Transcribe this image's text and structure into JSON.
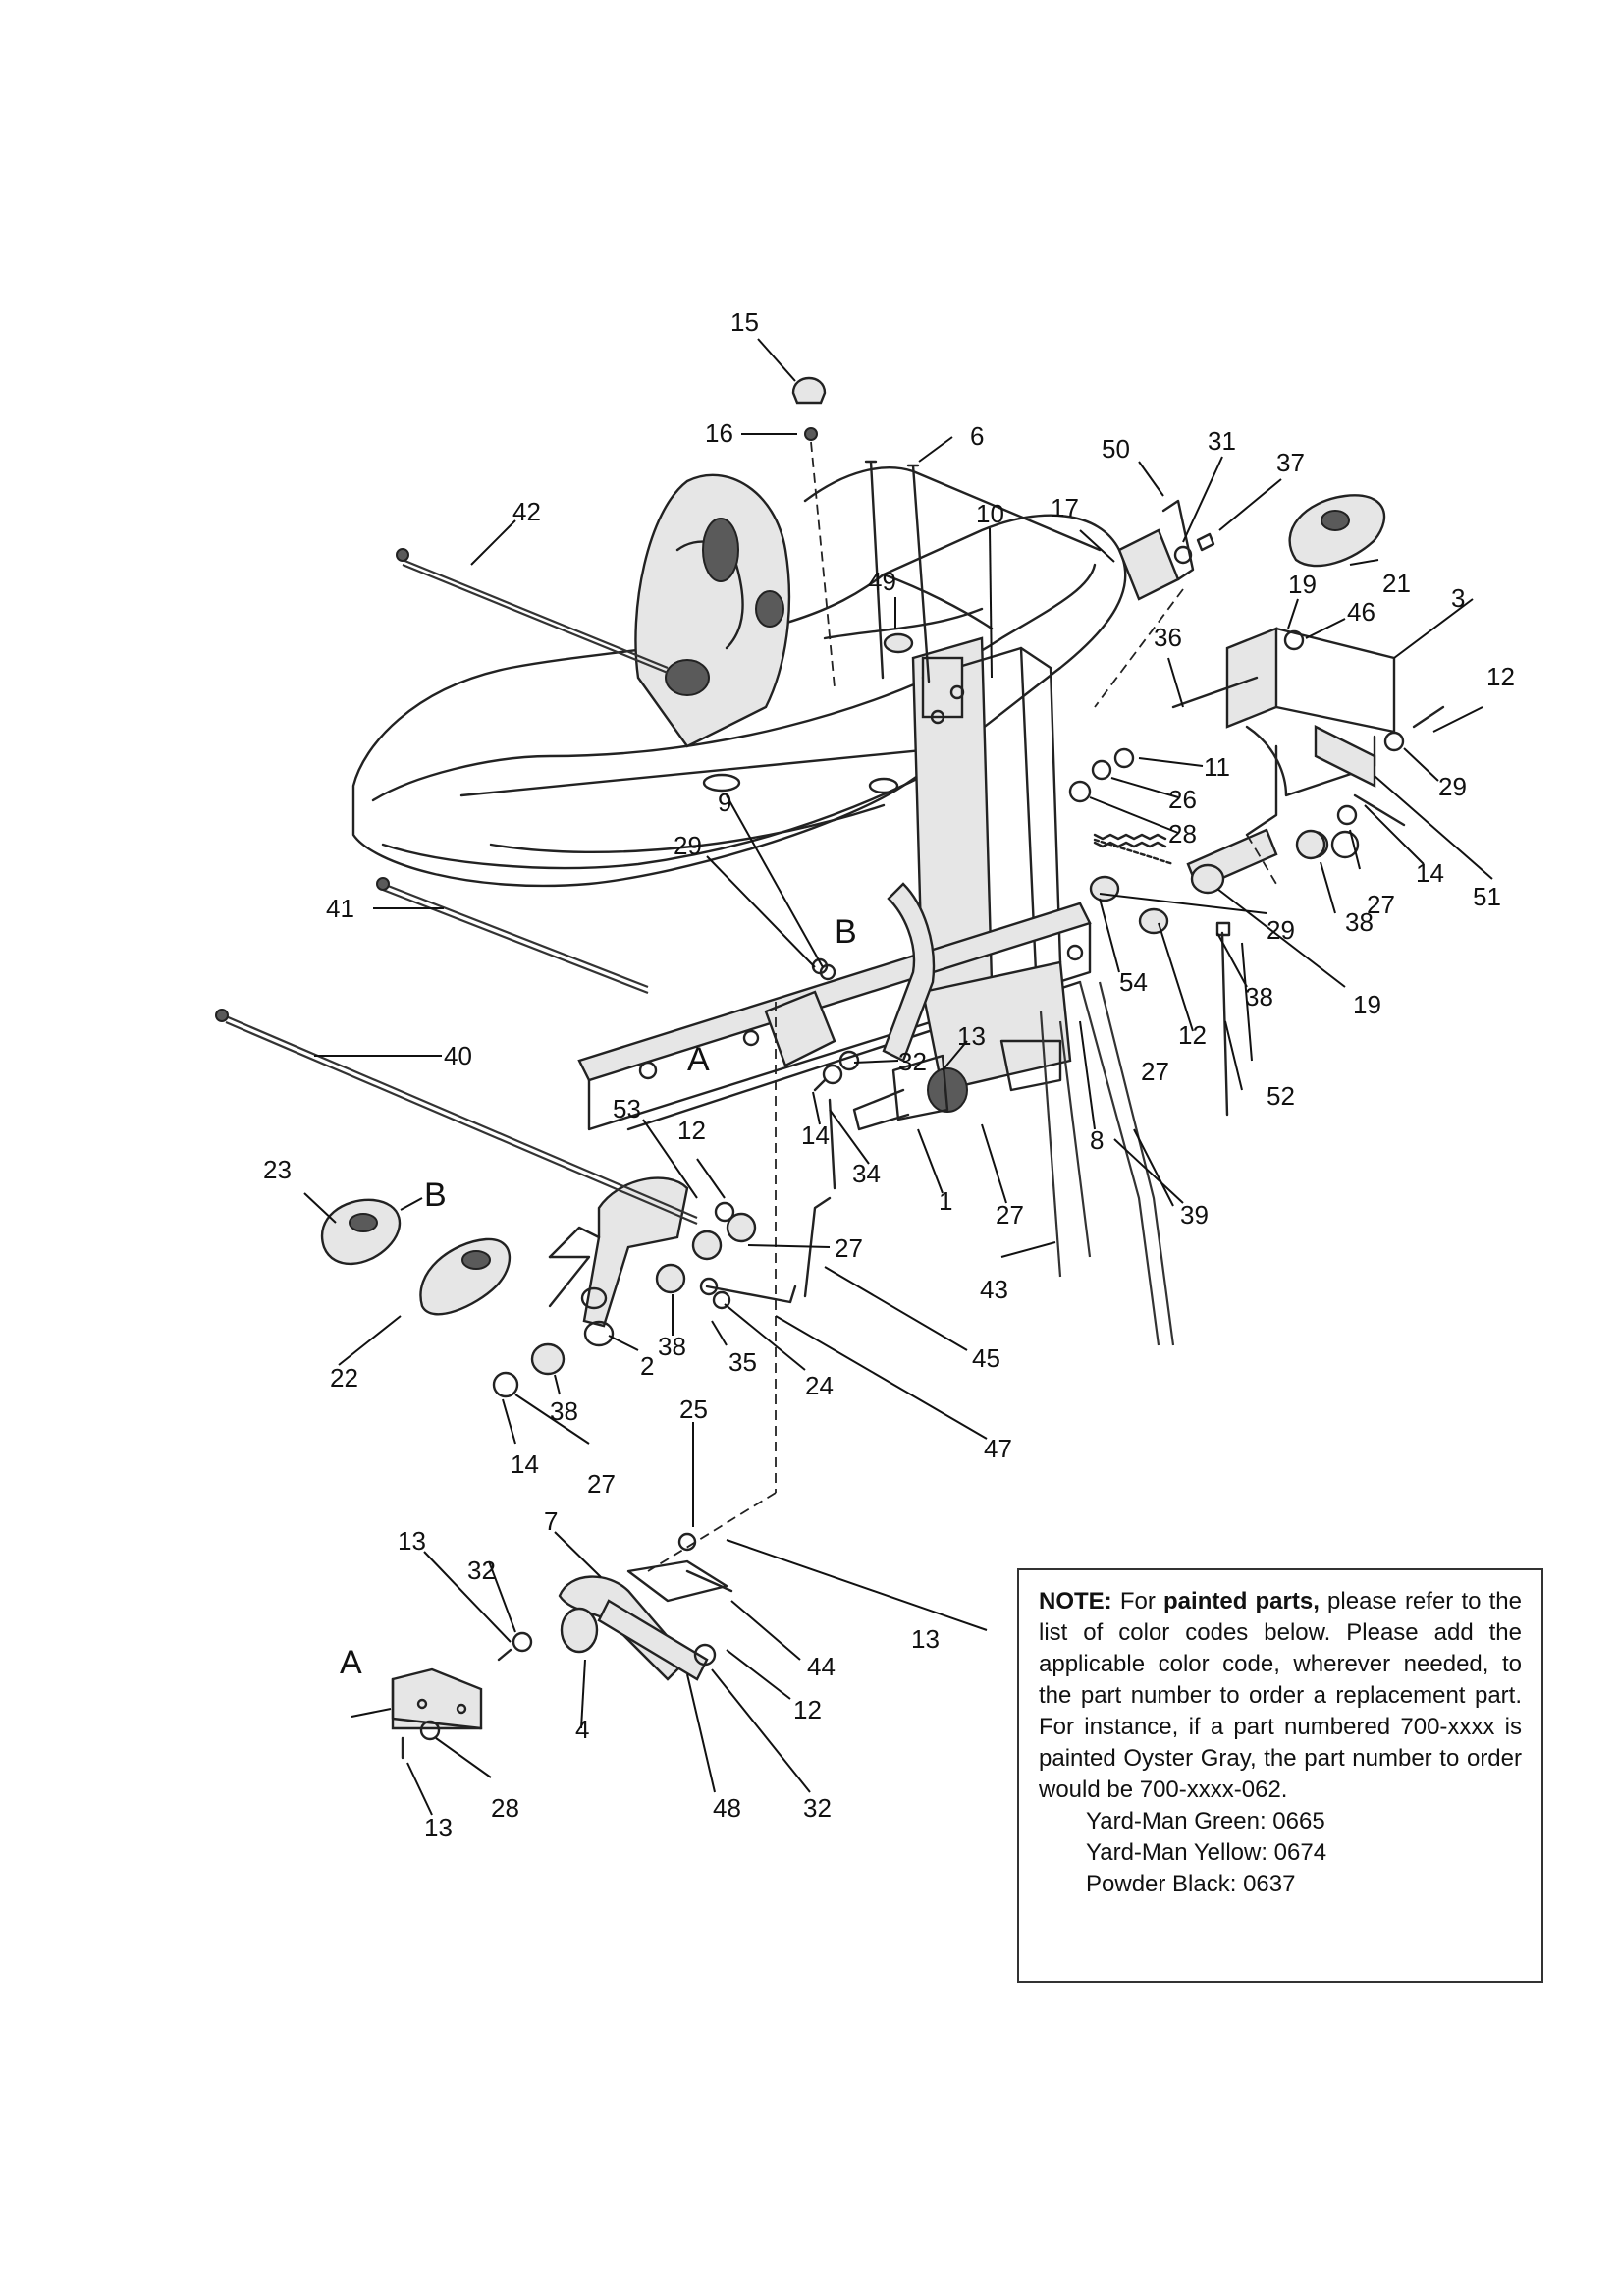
{
  "callouts": [
    {
      "id": "c15a",
      "label": "15"
    },
    {
      "id": "c16",
      "label": "16"
    },
    {
      "id": "c6",
      "label": "6"
    },
    {
      "id": "c50",
      "label": "50"
    },
    {
      "id": "c31",
      "label": "31"
    },
    {
      "id": "c37",
      "label": "37"
    },
    {
      "id": "c42",
      "label": "42"
    },
    {
      "id": "c10",
      "label": "10"
    },
    {
      "id": "c17",
      "label": "17"
    },
    {
      "id": "c49",
      "label": "49"
    },
    {
      "id": "c21",
      "label": "21"
    },
    {
      "id": "c19a",
      "label": "19"
    },
    {
      "id": "c46",
      "label": "46"
    },
    {
      "id": "c3",
      "label": "3"
    },
    {
      "id": "c36",
      "label": "36"
    },
    {
      "id": "c12a",
      "label": "12"
    },
    {
      "id": "c11",
      "label": "11"
    },
    {
      "id": "c26",
      "label": "26"
    },
    {
      "id": "c29a",
      "label": "29"
    },
    {
      "id": "c28a",
      "label": "28"
    },
    {
      "id": "c9",
      "label": "9"
    },
    {
      "id": "c29b",
      "label": "29"
    },
    {
      "id": "c14a",
      "label": "14"
    },
    {
      "id": "c27a",
      "label": "27"
    },
    {
      "id": "c51",
      "label": "51"
    },
    {
      "id": "c38a",
      "label": "38"
    },
    {
      "id": "c41",
      "label": "41"
    },
    {
      "id": "c29c",
      "label": "29"
    },
    {
      "id": "c19b",
      "label": "19"
    },
    {
      "id": "c54",
      "label": "54"
    },
    {
      "id": "c38b",
      "label": "38"
    },
    {
      "id": "c12b",
      "label": "12"
    },
    {
      "id": "c27b",
      "label": "27"
    },
    {
      "id": "c52",
      "label": "52"
    },
    {
      "id": "c40",
      "label": "40"
    },
    {
      "id": "c32a",
      "label": "32"
    },
    {
      "id": "c13a",
      "label": "13"
    },
    {
      "id": "c14b",
      "label": "14"
    },
    {
      "id": "c34",
      "label": "34"
    },
    {
      "id": "c1",
      "label": "1"
    },
    {
      "id": "c27c",
      "label": "27"
    },
    {
      "id": "c8",
      "label": "8"
    },
    {
      "id": "c39",
      "label": "39"
    },
    {
      "id": "c53",
      "label": "53"
    },
    {
      "id": "c12c",
      "label": "12"
    },
    {
      "id": "c23",
      "label": "23"
    },
    {
      "id": "c27d",
      "label": "27"
    },
    {
      "id": "c43",
      "label": "43"
    },
    {
      "id": "c22",
      "label": "22"
    },
    {
      "id": "c38c",
      "label": "38"
    },
    {
      "id": "c35",
      "label": "35"
    },
    {
      "id": "c24",
      "label": "24"
    },
    {
      "id": "c45",
      "label": "45"
    },
    {
      "id": "c2",
      "label": "2"
    },
    {
      "id": "c38d",
      "label": "38"
    },
    {
      "id": "c47",
      "label": "47"
    },
    {
      "id": "c14c",
      "label": "14"
    },
    {
      "id": "c27e",
      "label": "27"
    },
    {
      "id": "c25",
      "label": "25"
    },
    {
      "id": "c7",
      "label": "7"
    },
    {
      "id": "c13b",
      "label": "13"
    },
    {
      "id": "c32b",
      "label": "32"
    },
    {
      "id": "c13c",
      "label": "13"
    },
    {
      "id": "c44",
      "label": "44"
    },
    {
      "id": "c12d",
      "label": "12"
    },
    {
      "id": "c4",
      "label": "4"
    },
    {
      "id": "c28b",
      "label": "28"
    },
    {
      "id": "c48",
      "label": "48"
    },
    {
      "id": "c32c",
      "label": "32"
    },
    {
      "id": "c13d",
      "label": "13"
    }
  ],
  "letters": {
    "a1": "A",
    "a2": "A",
    "b1": "B",
    "b2": "B"
  },
  "note": {
    "heading": "NOTE:",
    "intro": "For",
    "emph": "painted parts,",
    "body": "please refer to the list of color codes below. Please add the applicable color code, wherever needed, to the part number to order a replacement part. For instance, if a part numbered 700-xxxx is painted Oyster Gray, the part number to order would be 700-xxxx-062.",
    "codes": [
      "Yard-Man Green: 0665",
      "Yard-Man Yellow: 0674",
      "Powder Black: 0637"
    ]
  }
}
